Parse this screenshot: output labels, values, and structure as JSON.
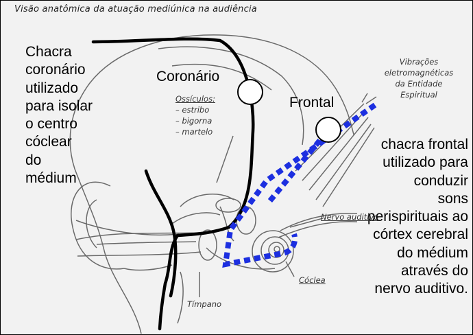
{
  "title": "Visão anatômica da atuação mediúnica na audiência",
  "left_note": [
    "Chacra",
    "coronário",
    "utilizado",
    "para isolar",
    "o centro",
    "cóclear",
    "do",
    "médium"
  ],
  "label_coronario": "Coronário",
  "label_frontal": "Frontal",
  "right_note": [
    "chacra frontal",
    "utilizado para",
    "conduzir",
    "sons",
    "perispirituais ao",
    "córtex cerebral",
    "do médium",
    "através do",
    "nervo auditivo."
  ],
  "ossiculos": {
    "heading": "Ossículos:",
    "items": [
      "– estribo",
      "– bigorna",
      "– martelo"
    ]
  },
  "vibracoes": [
    "Vibrações",
    "eletromagnéticas",
    "da Entidade",
    "Espiritual"
  ],
  "nervo": "Nervo auditivo",
  "coclea": "Cóclea",
  "timpano": "Tímpano",
  "colors": {
    "dotted_path": "#1c2fe0",
    "boundary_line": "#000000",
    "sketch": "#6a6a6a",
    "chakra_fill": "#ffffff"
  }
}
